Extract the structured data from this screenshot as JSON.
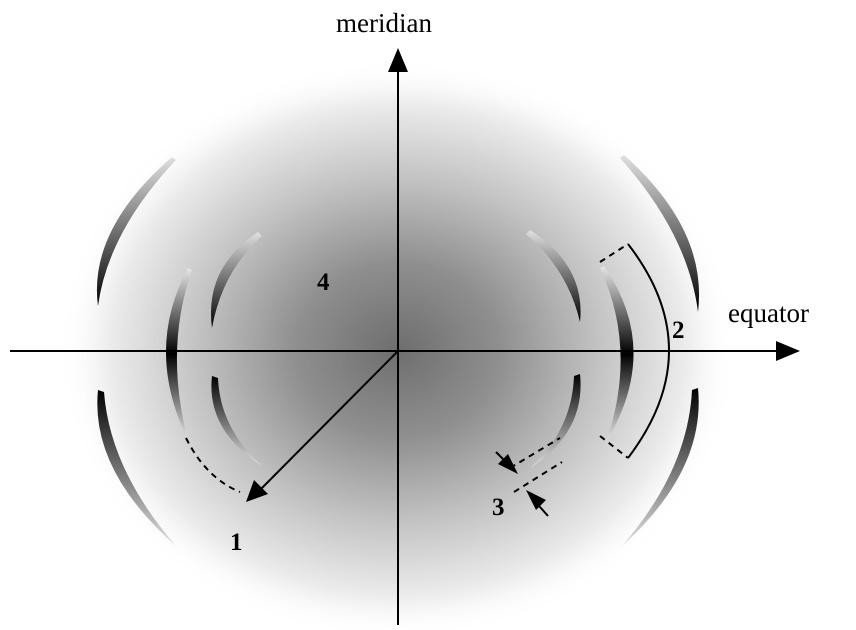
{
  "axes": {
    "vertical_label": "meridian",
    "horizontal_label": "equator"
  },
  "labels": {
    "one": "1",
    "two": "2",
    "three": "3",
    "four": "4"
  },
  "colors": {
    "ink": "#000000",
    "halo_center": "#6e6e6e",
    "reflection_dark": "#000000",
    "reflection_light": "#e6e6e6",
    "background": "#ffffff"
  }
}
